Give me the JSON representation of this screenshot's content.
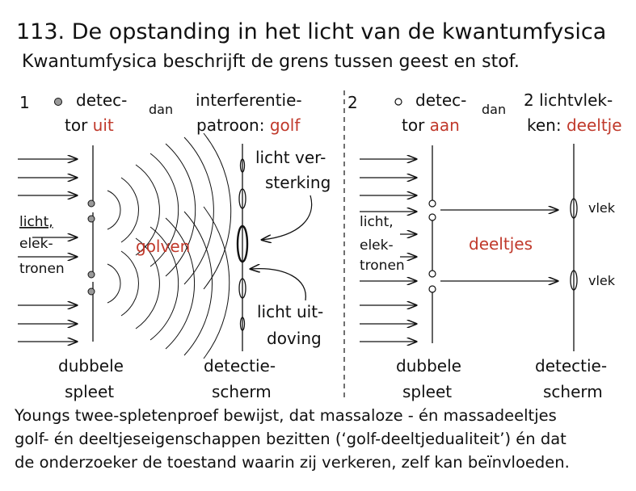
{
  "title": "113. De opstanding in het licht van de kwantumfysica",
  "subtitle": "Kwantumfysica beschrijft de grens tussen geest en stof.",
  "panel1": {
    "number": "1",
    "detector_line1": "detec-",
    "detector_line2_prefix": "tor ",
    "detector_state": "uit",
    "then": "dan",
    "result_line1": "interferentie-",
    "result_line2_prefix": "patroon: ",
    "result_state": "golf",
    "source_line1": "licht,",
    "source_line2": "elek-",
    "source_line3": "tronen",
    "wave_label": "golven",
    "amp_line1": "licht ver-",
    "amp_line2": "sterking",
    "cancel_line1": "licht uit-",
    "cancel_line2": "doving",
    "slit_line1": "dubbele",
    "slit_line2": "spleet",
    "screen_line1": "detectie-",
    "screen_line2": "scherm"
  },
  "panel2": {
    "number": "2",
    "detector_line1": "detec-",
    "detector_line2_prefix": "tor ",
    "detector_state": "aan",
    "then": "dan",
    "result_line1": "2 lichtvlek-",
    "result_line2_prefix": "ken: ",
    "result_state": "deeltje",
    "source_line1": "licht,",
    "source_line2": "elek-",
    "source_line3": "tronen",
    "particle_label": "deeltjes",
    "spot1": "vlek",
    "spot2": "vlek",
    "slit_line1": "dubbele",
    "slit_line2": "spleet",
    "screen_line1": "detectie-",
    "screen_line2": "scherm"
  },
  "caption": [
    "Youngs twee-spletenproef bewijst, dat massaloze - én massadeeltjes",
    "golf- én deeltjeseigenschappen bezitten (‘golf-deeltjedualiteit’) én dat",
    "de onderzoeker de toestand waarin zij verkeren, zelf kan beïnvloeden."
  ],
  "colors": {
    "accent_red": "#c0392b",
    "ink": "#111111"
  }
}
